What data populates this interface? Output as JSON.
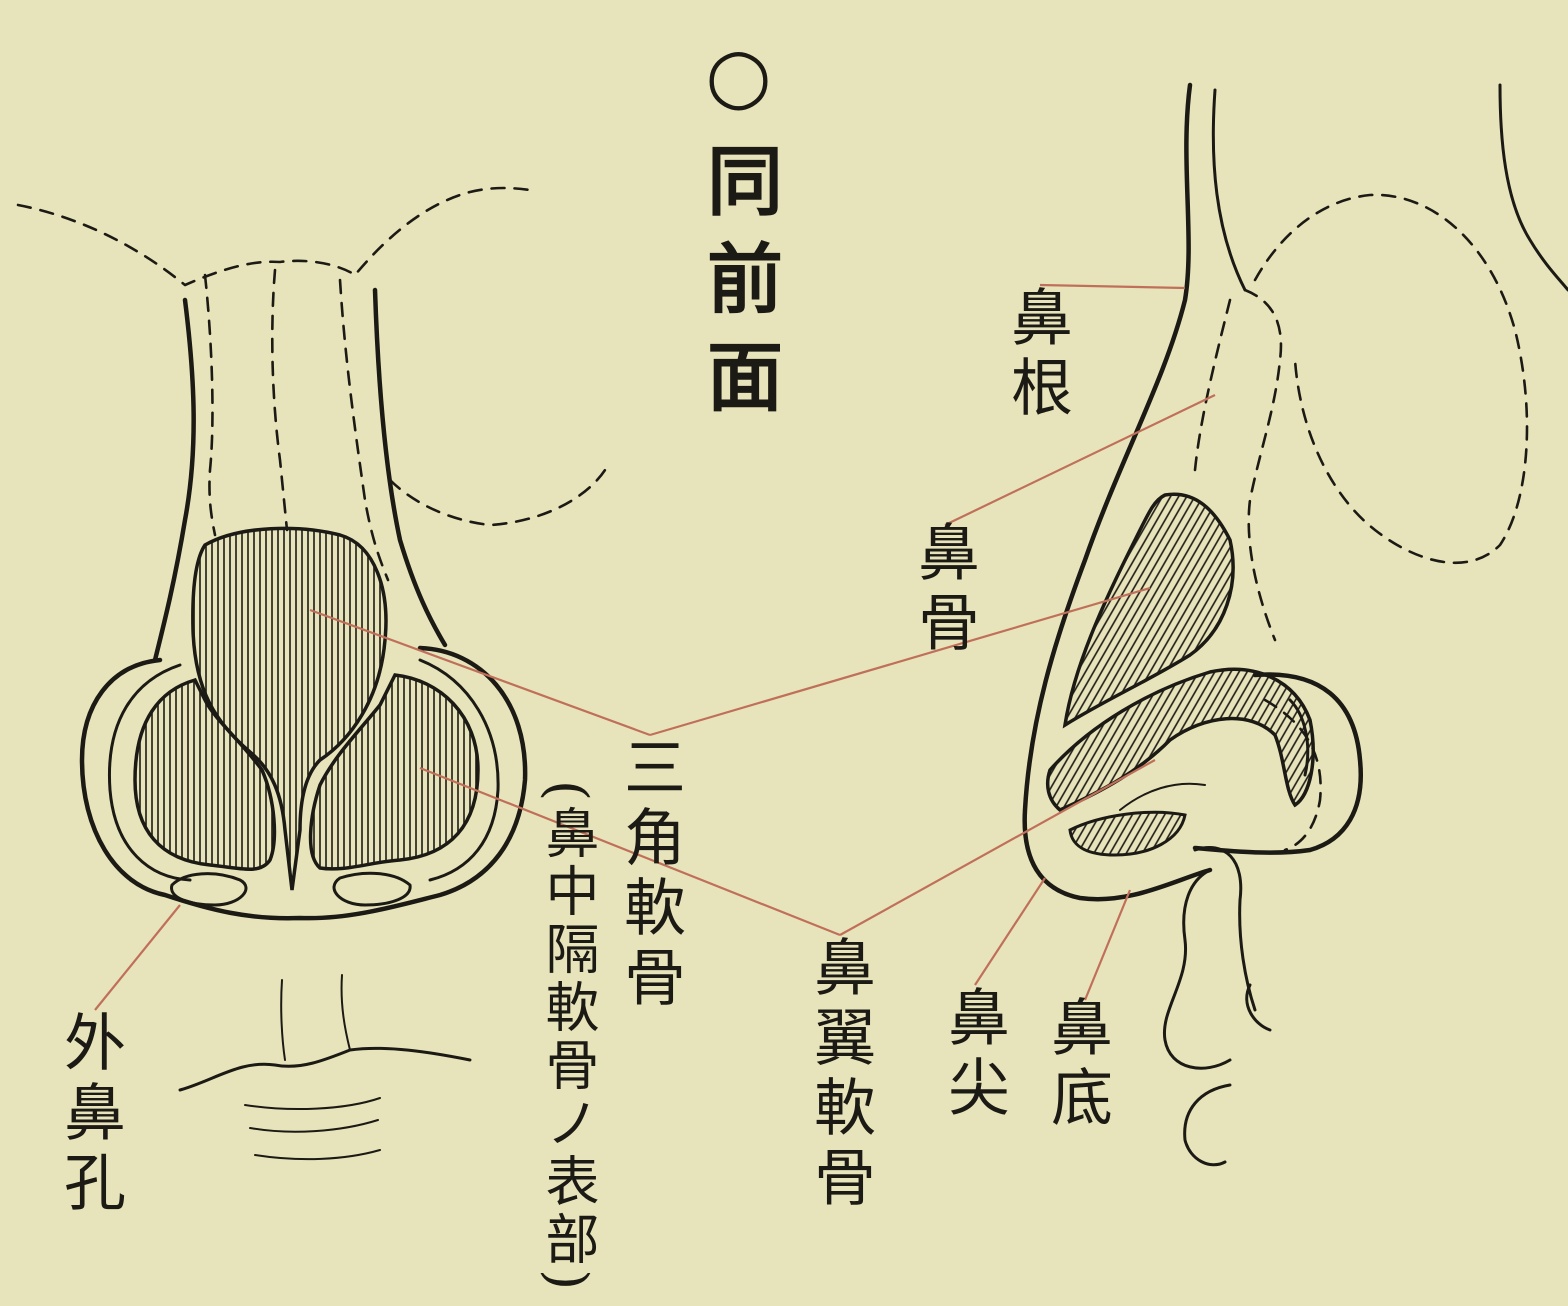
{
  "title": "○同前面",
  "labels": {
    "nasal_root": "鼻根",
    "nasal_bone": "鼻骨",
    "triangular_cartilage": "三角軟骨",
    "septal_cartilage_note": "(鼻中隔軟骨ノ表部)",
    "alar_cartilage": "鼻翼軟骨",
    "nasal_tip": "鼻尖",
    "nasal_base": "鼻底",
    "external_nostril": "外鼻孔"
  }
}
